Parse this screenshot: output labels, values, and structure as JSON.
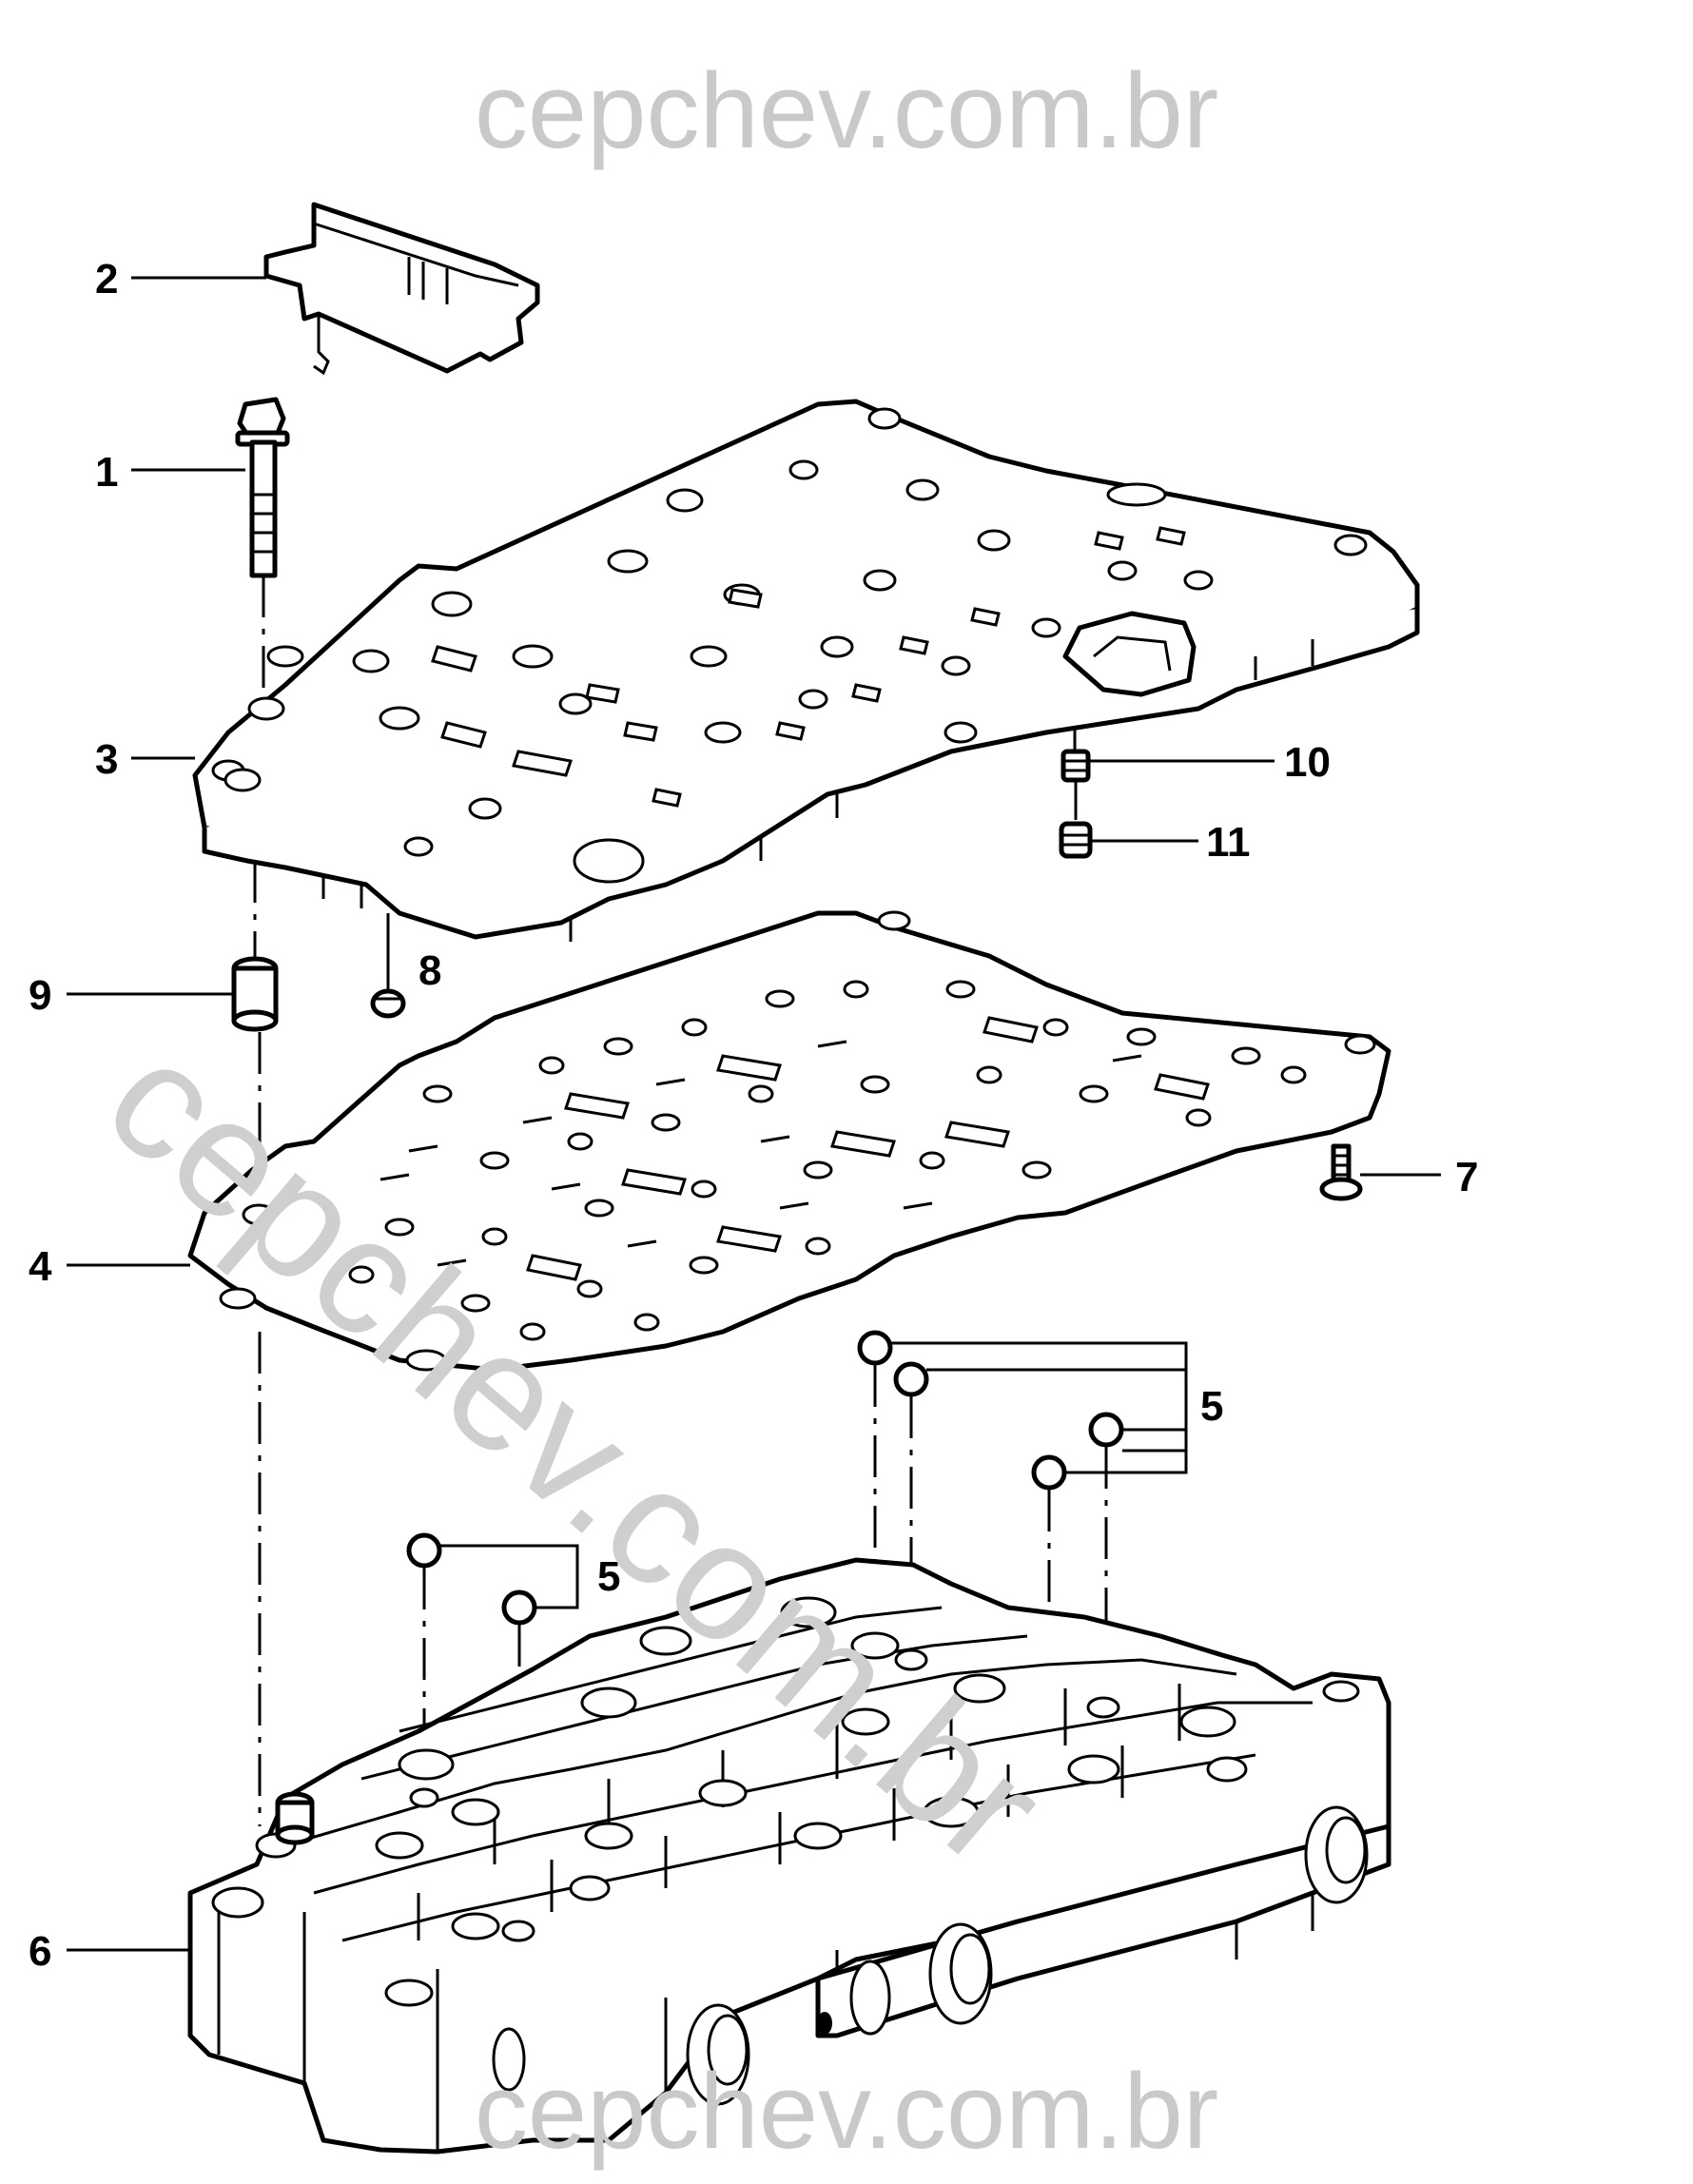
{
  "watermark": {
    "top": "cepchev.com.br",
    "bottom": "cepchev.com.br",
    "diagonal": "cepchev.com.br"
  },
  "callouts": {
    "c1": "1",
    "c2": "2",
    "c3": "3",
    "c4": "4",
    "c5a": "5",
    "c5b": "5",
    "c6": "6",
    "c7": "7",
    "c8": "8",
    "c9": "9",
    "c10": "10",
    "c11": "11"
  }
}
